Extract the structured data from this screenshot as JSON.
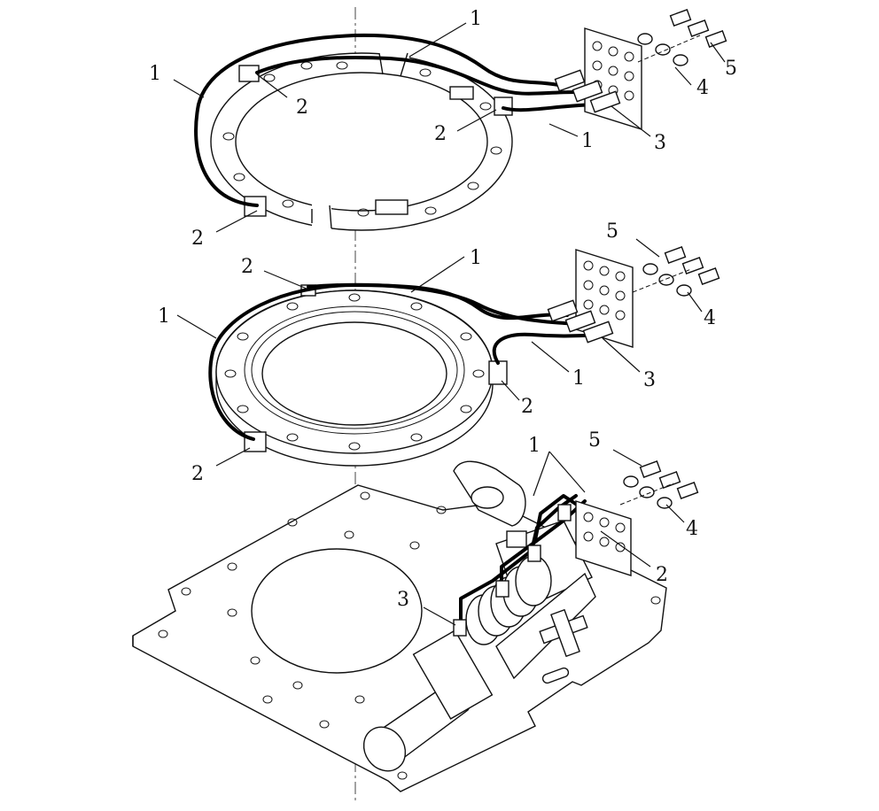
{
  "diagram": {
    "labels": {
      "top_1a": "1",
      "top_1b": "1",
      "top_1c": "1",
      "top_2a": "2",
      "top_2b": "2",
      "top_2c": "2",
      "top_3": "3",
      "top_4": "4",
      "top_5": "5",
      "mid_1a": "1",
      "mid_1b": "1",
      "mid_1c": "1",
      "mid_2a": "2",
      "mid_2b": "2",
      "mid_2c": "2",
      "mid_3": "3",
      "mid_4": "4",
      "mid_5": "5",
      "bot_1": "1",
      "bot_2": "2",
      "bot_3": "3",
      "bot_4": "4",
      "bot_5": "5"
    }
  }
}
